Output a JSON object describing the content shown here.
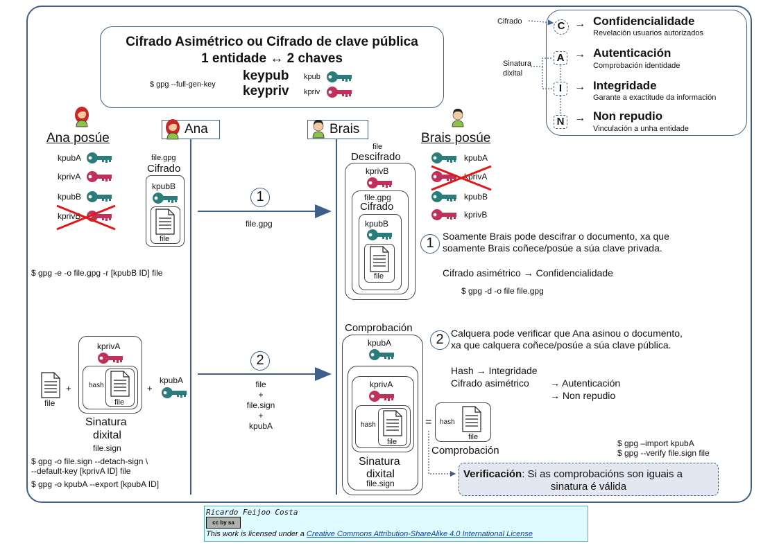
{
  "title": {
    "line1": "Cifrado Asimétrico ou Cifrado de clave pública",
    "line2": "1 entidade ↔ 2 chaves",
    "cmd_gen": "$ gpg --full-gen-key",
    "keypub": "keypub",
    "keypriv": "keypriv",
    "kpub": "kpub",
    "kpriv": "kpriv"
  },
  "legend": {
    "cifrado_label": "Cifrado",
    "sinatura_label": "Sinatura",
    "dixital_label": "dixital",
    "items": [
      {
        "letter": "C",
        "title": "Confidencialidade",
        "desc": "Revelación usuarios autorizados"
      },
      {
        "letter": "A",
        "title": "Autenticación",
        "desc": "Comprobación  identidade"
      },
      {
        "letter": "I",
        "title": "Integridade",
        "desc": "Garante a exactitude da información"
      },
      {
        "letter": "N",
        "title": "Non repudio",
        "desc": "Vinculación a unha entidade"
      }
    ],
    "arrow": "→"
  },
  "ana": {
    "name": "Ana",
    "posue": "Ana posúe",
    "keys": [
      "kpubA",
      "kprivA",
      "kpubB",
      "kprivB"
    ],
    "cmd_encrypt": "$ gpg -e -o file.gpg -r [kpubB ID] file",
    "file_gpg": "file.gpg",
    "cifrado": "Cifrado",
    "kpubB": "kpubB",
    "file": "file",
    "sign": {
      "kprivA": "kprivA",
      "hash": "hash",
      "file": "file",
      "kpubA": "kpubA",
      "plus": "+",
      "sinatura": "Sinatura",
      "dixital": "dixital",
      "file_sign": "file.sign",
      "cmd1": "$ gpg -o file.sign  --detach-sign \\",
      "cmd2": "--default-key [kprivA ID] file",
      "cmd3": "$ gpg -o kpubA --export [kpubA ID]"
    }
  },
  "brais": {
    "name": "Brais",
    "posue": "Brais posúe",
    "keys": [
      "kpubA",
      "kprivA",
      "kpubB",
      "kprivB"
    ],
    "file": "file",
    "descifrado": "Descifrado",
    "kprivB": "kprivB",
    "file_gpg": "file.gpg",
    "cifrado": "Cifrado",
    "kpubB": "kpubB",
    "comprobacion": "Comprobación",
    "kpubA": "kpubA",
    "kprivA": "kprivA",
    "hash": "hash",
    "sinatura": "Sinatura",
    "dixital": "dixital",
    "file_sign": "file.sign",
    "equals": "="
  },
  "arrows": {
    "num1": "1",
    "label1": "file.gpg",
    "num2": "2",
    "label2": [
      "file",
      "+",
      "file.sign",
      "+",
      "kpubA"
    ]
  },
  "notes": {
    "n1_line1": "Soamente Brais pode descifrar o documento, xa que",
    "n1_line2": "soamente Brais coñece/posúe a súa clave privada.",
    "n1_sum": "Cifrado asimétrico → Confidencialidade",
    "n1_cmd": "$ gpg -d -o file file.gpg",
    "n2_line1": "Calquera pode verificar que Ana asinou o documento,",
    "n2_line2": "xa que calquera coñece/posúe a súa clave pública.",
    "n2_hash": "Hash → Integridade",
    "n2_cif": "Cifrado asimétrico",
    "n2_aut": "→ Autenticación",
    "n2_non": "→ Non repudio",
    "comp_hash": "hash",
    "comp_file": "file",
    "comp_label": "Comprobación",
    "cmd_import": "$ gpg –import kpubA",
    "cmd_verify": "$ gpg --verify file.sign file",
    "verif_bold": "Verificación",
    "verif_rest": ": Si as comprobacións son iguais a",
    "verif_line2": "sinatura é válida"
  },
  "license": {
    "author": "Ricardo Feijoo Costa",
    "badge": "cc by sa",
    "prefix": "This work is licensed under a ",
    "link": "Creative Commons Attribution-ShareAlike 4.0 International License"
  },
  "colors": {
    "frame": "#3f5f88",
    "pub_key": "#2a7d7a",
    "priv_key": "#c0305a",
    "cross": "#e01818",
    "license_bg": "#e0fbff"
  }
}
